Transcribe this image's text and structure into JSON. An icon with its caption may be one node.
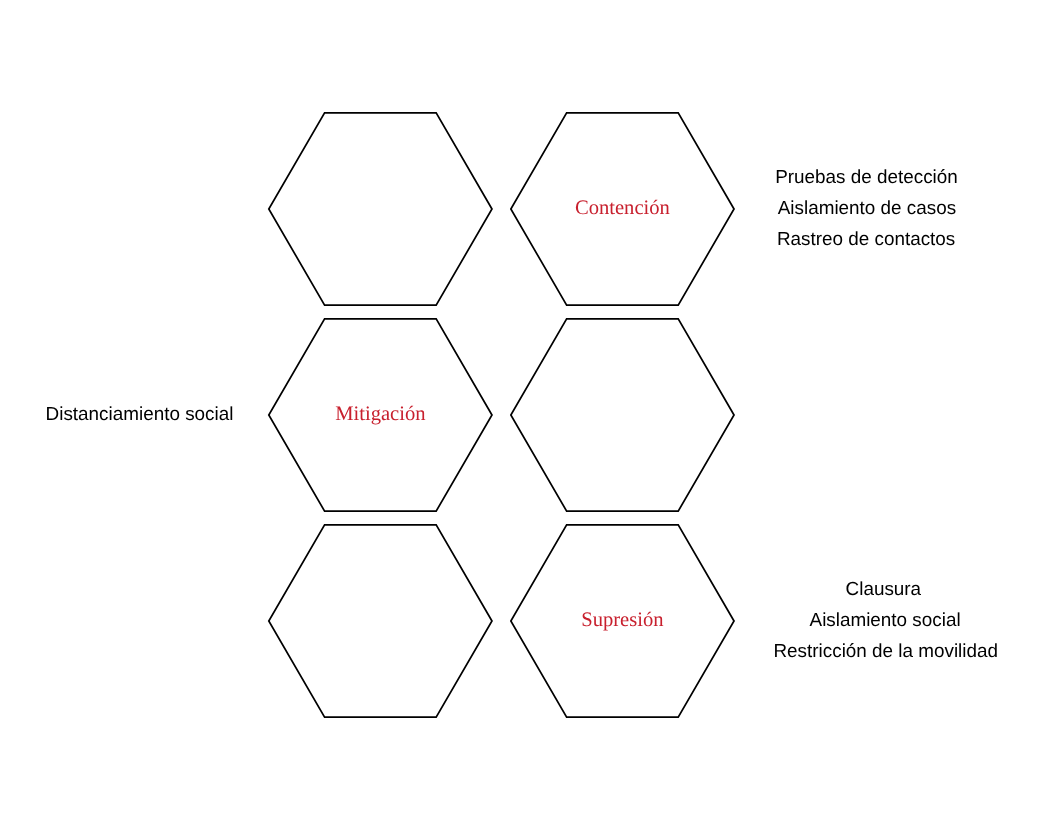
{
  "diagram": {
    "nodes": [
      {
        "text": [],
        "shape": "hexagon"
      },
      {
        "text": [
          "Contención"
        ],
        "beside": [
          "Pruebas de detección",
          "Aislamiento de casos",
          "Rastreo de contactos"
        ]
      },
      {
        "text": [
          "Mitigación"
        ],
        "beside": [
          "Distanciamiento social"
        ]
      },
      {
        "text": [],
        "shape": "hexagon"
      },
      {
        "text": [],
        "shape": "hexagon"
      },
      {
        "text": [
          "Supresión"
        ],
        "beside": [
          "Clausura",
          "Aislamiento social",
          "Restricción de la movilidad"
        ]
      }
    ],
    "edges": []
  }
}
